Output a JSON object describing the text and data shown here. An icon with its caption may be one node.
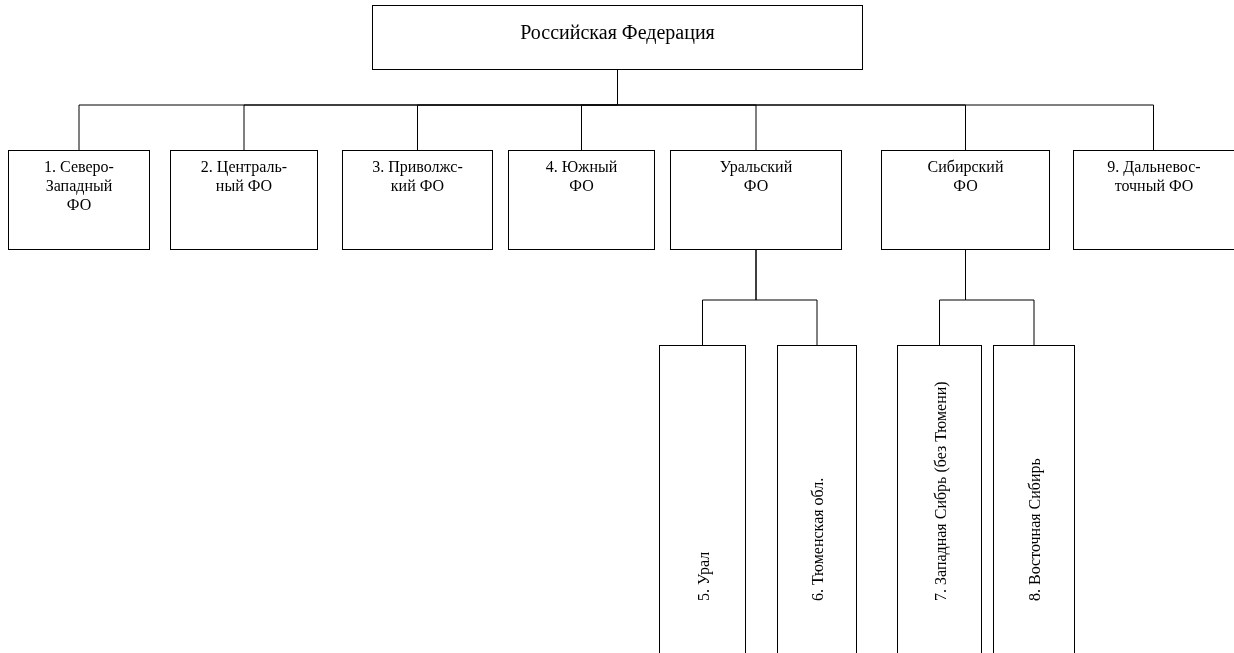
{
  "diagram": {
    "nodes": [
      {
        "text": [
          "Российская Федерация"
        ]
      },
      {
        "text": [
          "1. Северо-Западный ФО"
        ]
      },
      {
        "text": [
          "2. Централь-ный ФО"
        ]
      },
      {
        "text": [
          "3. Приволжс-кий ФО"
        ]
      },
      {
        "text": [
          "4. Южный ФО"
        ]
      },
      {
        "text": [
          "Уральский ФО"
        ]
      },
      {
        "text": [
          "Сибирский ФО"
        ]
      },
      {
        "text": [
          "9. Дальневос-точный ФО"
        ]
      },
      {
        "text": [
          "5. Урал"
        ]
      },
      {
        "text": [
          "6. Тюменская обл."
        ]
      },
      {
        "text": [
          "7. Западная Сибрь (без Тюмени)"
        ]
      },
      {
        "text": [
          "8. Восточная Сибирь"
        ]
      }
    ],
    "edges": [
      {
        "from": 0,
        "to": 1,
        "arrow": "none"
      },
      {
        "from": 0,
        "to": 2,
        "arrow": "none"
      },
      {
        "from": 0,
        "to": 3,
        "arrow": "none"
      },
      {
        "from": 0,
        "to": 4,
        "arrow": "none"
      },
      {
        "from": 0,
        "to": 5,
        "arrow": "none"
      },
      {
        "from": 0,
        "to": 6,
        "arrow": "none"
      },
      {
        "from": 0,
        "to": 7,
        "arrow": "none"
      },
      {
        "from": 5,
        "to": 8,
        "arrow": "none"
      },
      {
        "from": 5,
        "to": 9,
        "arrow": "none"
      },
      {
        "from": 6,
        "to": 10,
        "arrow": "none"
      },
      {
        "from": 6,
        "to": 11,
        "arrow": "none"
      }
    ]
  }
}
